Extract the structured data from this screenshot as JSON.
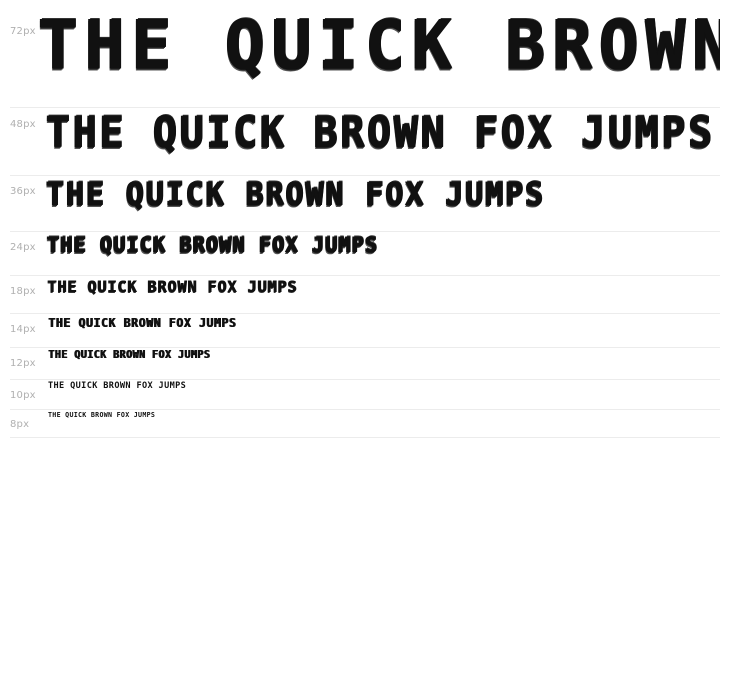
{
  "font_preview": {
    "sample_text": "THE QUICK BROWN FOX JUMPS",
    "sizes": [
      {
        "label": "72px",
        "text": "THE QUICK BROWN FOX JUMPS"
      },
      {
        "label": "48px",
        "text": "THE QUICK BROWN FOX JUMPS"
      },
      {
        "label": "36px",
        "text": "THE QUICK BROWN FOX JUMPS"
      },
      {
        "label": "24px",
        "text": "THE QUICK BROWN FOX JUMPS"
      },
      {
        "label": "18px",
        "text": "THE QUICK BROWN FOX JUMPS"
      },
      {
        "label": "14px",
        "text": "THE QUICK BROWN FOX JUMPS"
      },
      {
        "label": "12px",
        "text": "THE QUICK BROWN FOX JUMPS"
      },
      {
        "label": "10px",
        "text": "THE QUICK BROWN FOX JUMPS"
      },
      {
        "label": "8px",
        "text": "THE QUICK BROWN FOX JUMPS"
      }
    ],
    "colors": {
      "background": "#ffffff",
      "sample_text": "#111111",
      "size_label": "#b0b0b0",
      "divider": "#ececec"
    }
  }
}
